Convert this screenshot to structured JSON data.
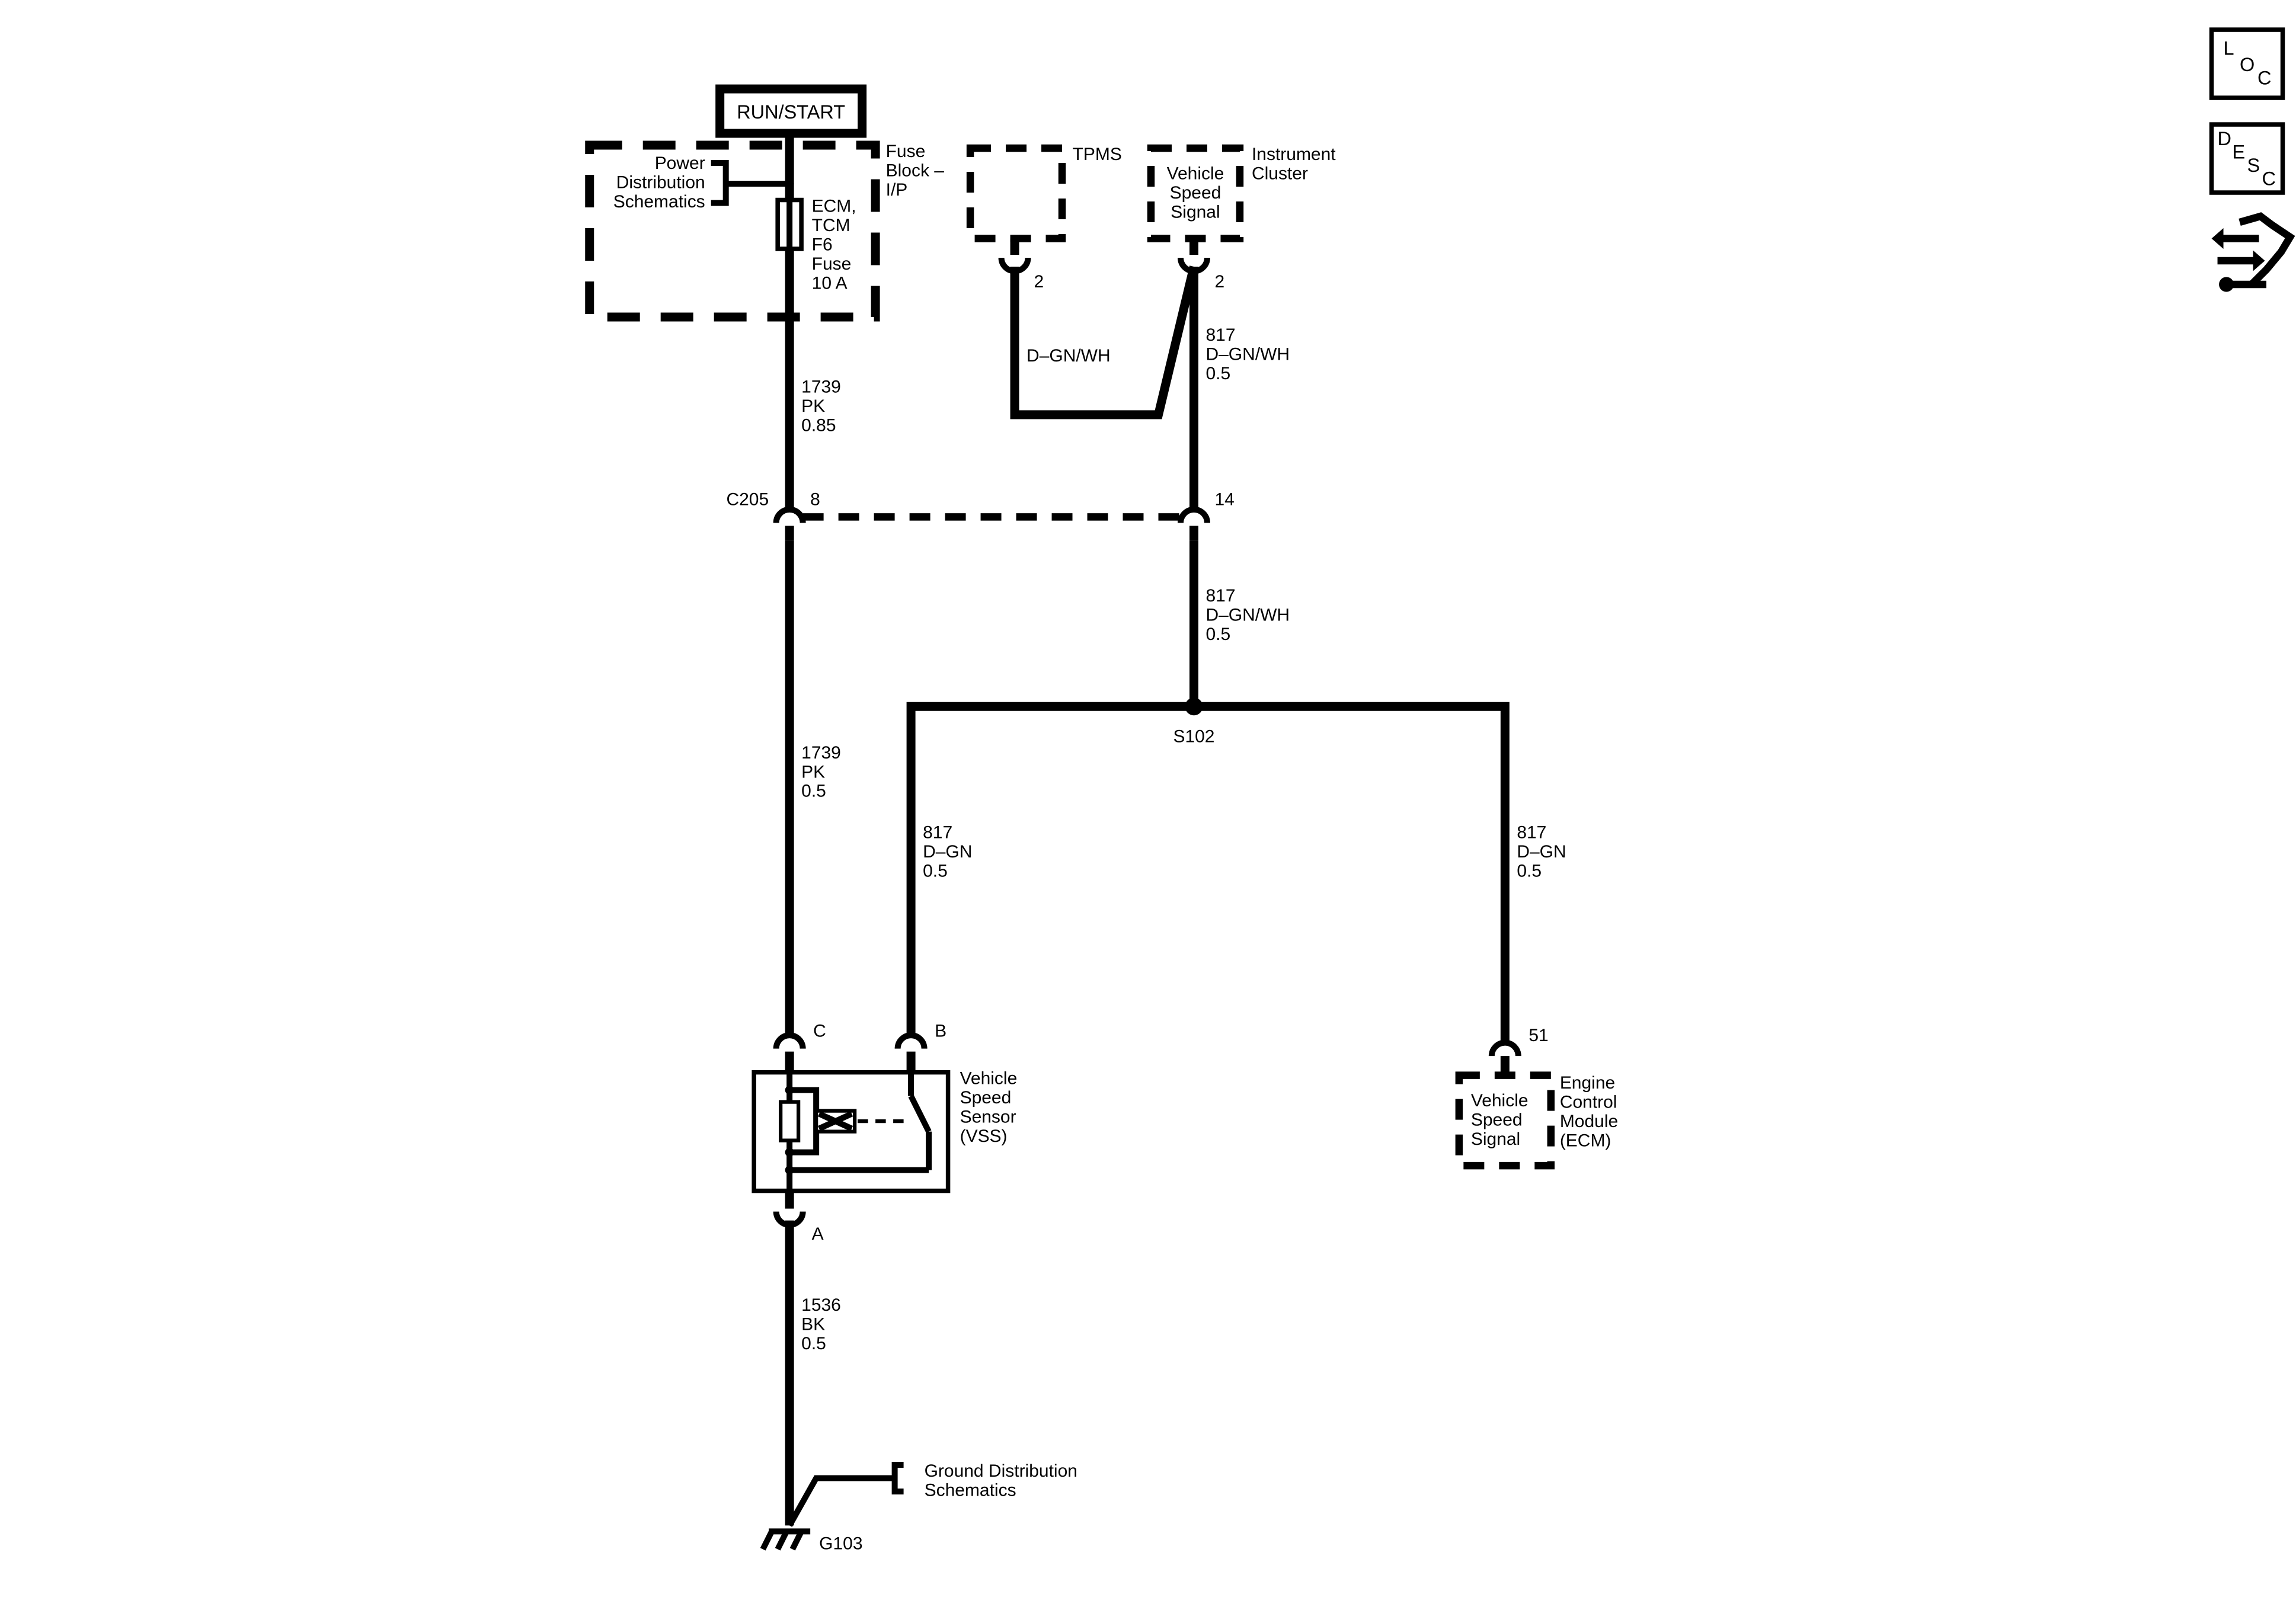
{
  "power": {
    "run_start": "RUN/START",
    "power_distribution": [
      "Power",
      "Distribution",
      "Schematics"
    ],
    "fuse_block": [
      "Fuse",
      "Block –",
      "I/P"
    ],
    "fuse": [
      "ECM,",
      "TCM",
      "F6",
      "Fuse",
      "10 A"
    ]
  },
  "tpms": {
    "name": "TPMS",
    "pin": "2"
  },
  "cluster": {
    "signal": [
      "Vehicle",
      "Speed",
      "Signal"
    ],
    "name": [
      "Instrument",
      "Cluster"
    ],
    "pin": "2"
  },
  "wires": {
    "tpms_wire": "D–GN/WH",
    "cluster_wire": [
      "817",
      "D–GN/WH",
      "0.5"
    ],
    "pk_upper": [
      "1739",
      "PK",
      "0.85"
    ],
    "c205_wire": [
      "817",
      "D–GN/WH",
      "0.5"
    ],
    "pk_lower": [
      "1739",
      "PK",
      "0.5"
    ],
    "vss_b_wire": [
      "817",
      "D–GN",
      "0.5"
    ],
    "ecm_wire": [
      "817",
      "D–GN",
      "0.5"
    ],
    "ground_wire": [
      "1536",
      "BK",
      "0.5"
    ]
  },
  "connector_c205": {
    "name": "C205",
    "pin_left": "8",
    "pin_right": "14"
  },
  "splice": "S102",
  "vss": {
    "name": [
      "Vehicle",
      "Speed",
      "Sensor",
      "(VSS)"
    ],
    "pin_c": "C",
    "pin_b": "B",
    "pin_a": "A"
  },
  "ecm": {
    "signal": [
      "Vehicle",
      "Speed",
      "Signal"
    ],
    "name": [
      "Engine",
      "Control",
      "Module",
      "(ECM)"
    ],
    "pin": "51"
  },
  "ground": {
    "distribution": [
      "Ground Distribution",
      "Schematics"
    ],
    "id": "G103"
  },
  "side_icons": {
    "loc": [
      "L",
      "O",
      "C"
    ],
    "desc": [
      "D",
      "E",
      "S",
      "C"
    ],
    "icon_name": "service-tool-icon"
  }
}
